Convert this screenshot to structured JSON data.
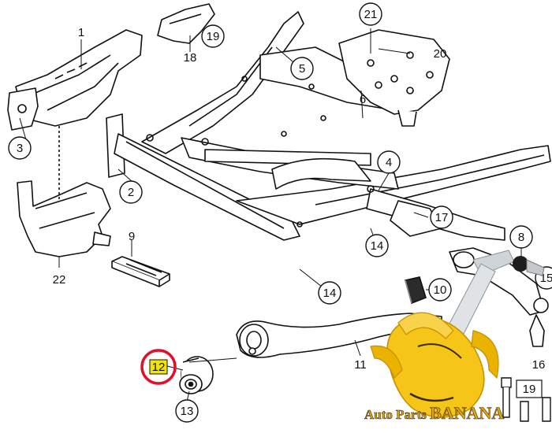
{
  "diagram": {
    "callouts": {
      "c1": "1",
      "c2": "2",
      "c3": "3",
      "c4": "4",
      "c5": "5",
      "c6": "6",
      "c8": "8",
      "c9": "9",
      "c10": "10",
      "c11": "11",
      "c12": "12",
      "c13": "13",
      "c14a": "14",
      "c14b": "14",
      "c15": "15",
      "c16": "16",
      "c17": "17",
      "c18": "18",
      "c19a": "19",
      "c19b": "19",
      "c20": "20",
      "c21": "21",
      "c22": "22"
    },
    "highlighted_part": "12",
    "highlight_color": "#e0102a",
    "highlight_fill": "#f2e600"
  },
  "watermark": {
    "text_prefix": "Auto Parts ",
    "text_main": "BANANA",
    "banana_color": "#f5c518",
    "text_color": "#e3a21a"
  }
}
